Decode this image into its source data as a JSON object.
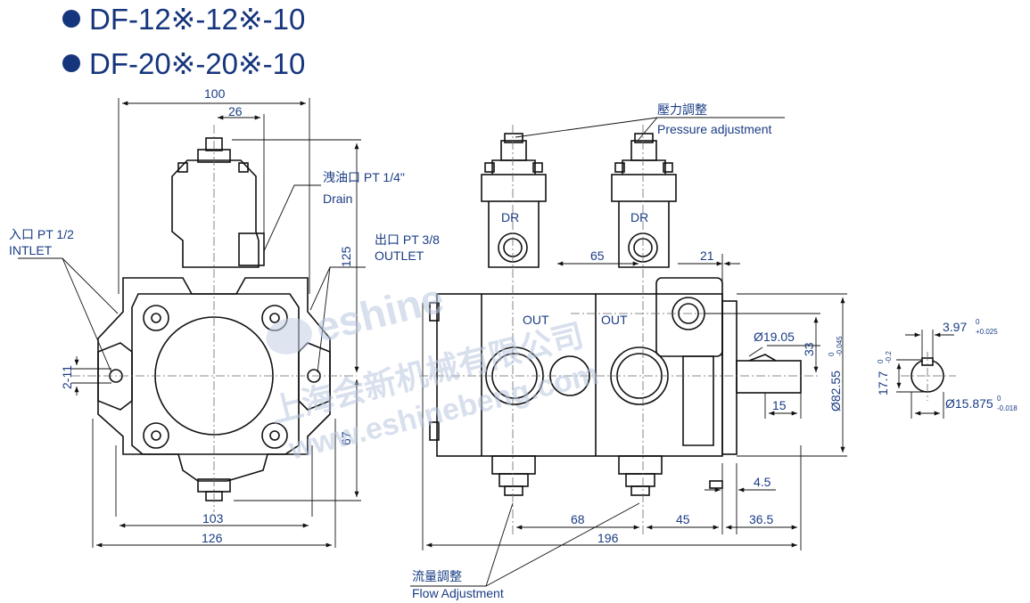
{
  "titles": [
    "DF-12※-12※-10",
    "DF-20※-20※-10"
  ],
  "labels": {
    "drain_cn": "洩油口  PT 1/4\"",
    "drain_en": "Drain",
    "inlet_cn": "入口  PT 1/2",
    "inlet_en": "INTLET",
    "outlet_cn": "出口  PT 3/8",
    "outlet_en": "OUTLET",
    "pressure_cn": "壓力調整",
    "pressure_en": "Pressure adjustment",
    "flow_cn": "流量調整",
    "flow_en": "Flow Adjustment",
    "dr1": "DR",
    "dr2": "DR",
    "out1": "OUT",
    "out2": "OUT"
  },
  "dimensions": {
    "d100": "100",
    "d26": "26",
    "d125": "125",
    "d2_11": "2-11",
    "d67": "67",
    "d103": "103",
    "d126": "126",
    "d65": "65",
    "d21": "21",
    "d19_05": "Ø19.05",
    "d33": "33",
    "d82_55": "Ø82.55",
    "d82_tol_top": "0",
    "d82_tol_bot": "-0.045",
    "d15": "15",
    "d4_5": "4.5",
    "d68": "68",
    "d45": "45",
    "d36_5": "36.5",
    "d196": "196",
    "d3_97": "3.97",
    "d3_97_tol_top": "0",
    "d3_97_tol_bot": "+0.025",
    "d17_7": "17.7",
    "d17_7_tol_top": "0",
    "d17_7_tol_bot": "-0.2",
    "d15_875": "Ø15.875",
    "d15_875_tol_top": "0",
    "d15_875_tol_bot": "-0.018"
  },
  "watermark": {
    "brand": "eshine",
    "company_cn": "上海会新机械有限公司",
    "url": "www.eshinebeng.com"
  }
}
